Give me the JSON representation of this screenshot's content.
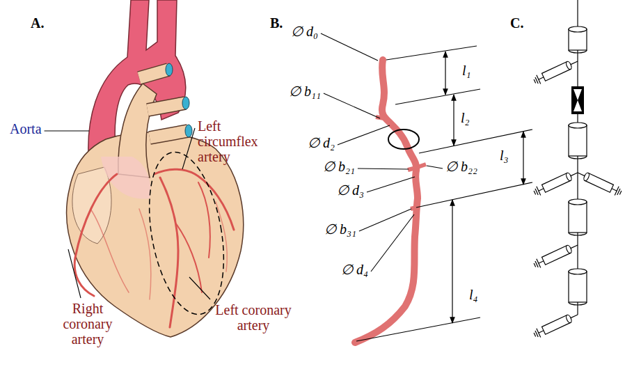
{
  "diagram": {
    "labels": [
      "A.",
      "B.",
      "C.",
      "Aorta",
      "Left circumflex artery",
      "Right coronary artery",
      "Left coronary artery",
      "∅ d₀",
      "∅ b₁₁",
      "∅ d₂",
      "∅ b₂₁",
      "∅ b₂₂",
      "∅ d₃",
      "∅ b₃₁",
      "∅ d₄",
      "l₁",
      "l₂",
      "l₃",
      "l₄"
    ]
  }
}
